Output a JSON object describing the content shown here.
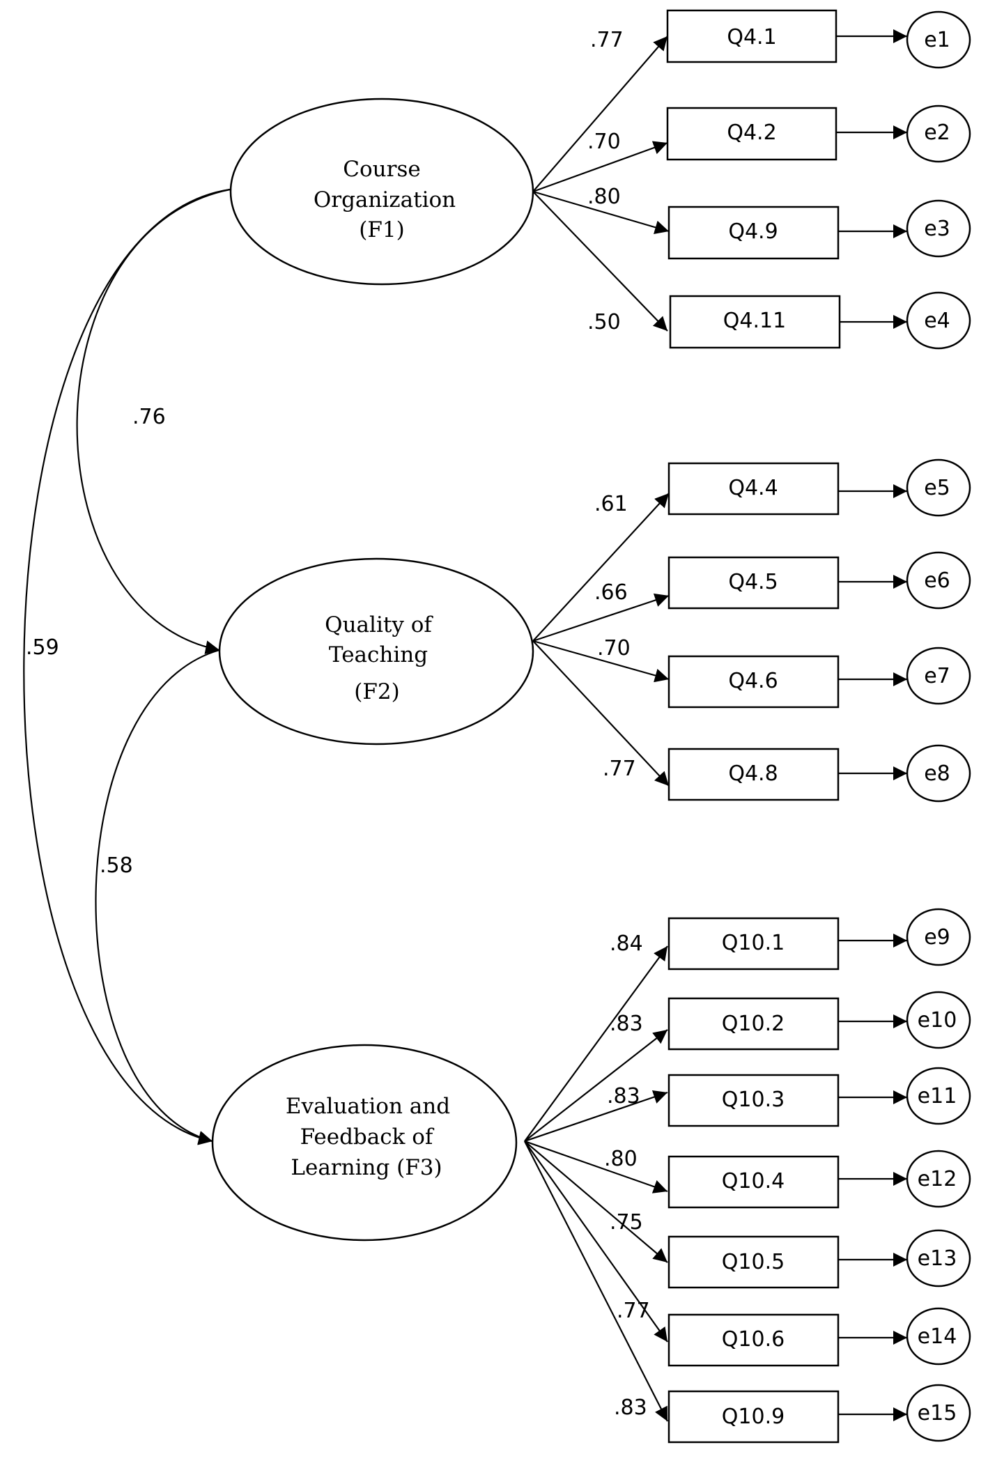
{
  "factors": [
    {
      "id": "F1",
      "lines": [
        "Course",
        "Organization",
        "(F1)"
      ]
    },
    {
      "id": "F2",
      "lines": [
        "Quality of",
        "Teaching",
        "(F2)"
      ]
    },
    {
      "id": "F3",
      "lines": [
        "Evaluation and",
        "Feedback of",
        "Learning (F3)"
      ]
    }
  ],
  "indicators": {
    "F1": [
      {
        "item": "Q4.1",
        "loading": ".77",
        "error": "e1"
      },
      {
        "item": "Q4.2",
        "loading": ".70",
        "error": "e2"
      },
      {
        "item": "Q4.9",
        "loading": ".80",
        "error": "e3"
      },
      {
        "item": "Q4.11",
        "loading": ".50",
        "error": "e4"
      }
    ],
    "F2": [
      {
        "item": "Q4.4",
        "loading": ".61",
        "error": "e5"
      },
      {
        "item": "Q4.5",
        "loading": ".66",
        "error": "e6"
      },
      {
        "item": "Q4.6",
        "loading": ".70",
        "error": "e7"
      },
      {
        "item": "Q4.8",
        "loading": ".77",
        "error": "e8"
      }
    ],
    "F3": [
      {
        "item": "Q10.1",
        "loading": ".84",
        "error": "e9"
      },
      {
        "item": "Q10.2",
        "loading": ".83",
        "error": "e10"
      },
      {
        "item": "Q10.3",
        "loading": ".83",
        "error": "e11"
      },
      {
        "item": "Q10.4",
        "loading": ".80",
        "error": "e12"
      },
      {
        "item": "Q10.5",
        "loading": ".75",
        "error": "e13"
      },
      {
        "item": "Q10.6",
        "loading": ".77",
        "error": "e14"
      },
      {
        "item": "Q10.9",
        "loading": ".83",
        "error": "e15"
      }
    ]
  },
  "correlations": [
    {
      "from": "F1",
      "to": "F2",
      "value": ".76"
    },
    {
      "from": "F2",
      "to": "F3",
      "value": ".58"
    },
    {
      "from": "F1",
      "to": "F3",
      "value": ".59"
    }
  ]
}
